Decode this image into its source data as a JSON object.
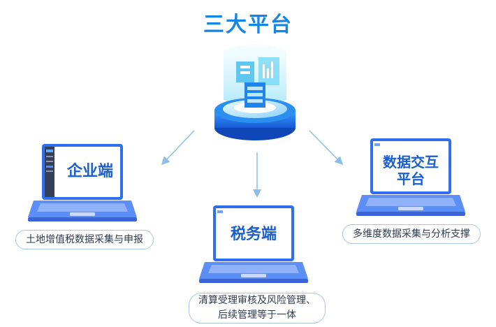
{
  "title": "三大平台",
  "nodes": {
    "enterprise": {
      "label": "企业端",
      "desc": "土地增值税数据采集与申报"
    },
    "tax": {
      "label": "税务端",
      "desc_line1": "清算受理审核及风险管理、",
      "desc_line2": "后续管理等于一体"
    },
    "exchange": {
      "label_line1": "数据交互",
      "label_line2": "平台",
      "desc": "多维度数据采集与分析支撑"
    }
  },
  "colors": {
    "accent": "#1585e8",
    "label": "#1a5fd0",
    "arrow": "#8bbde9",
    "pill_border": "#a9c6ea"
  }
}
